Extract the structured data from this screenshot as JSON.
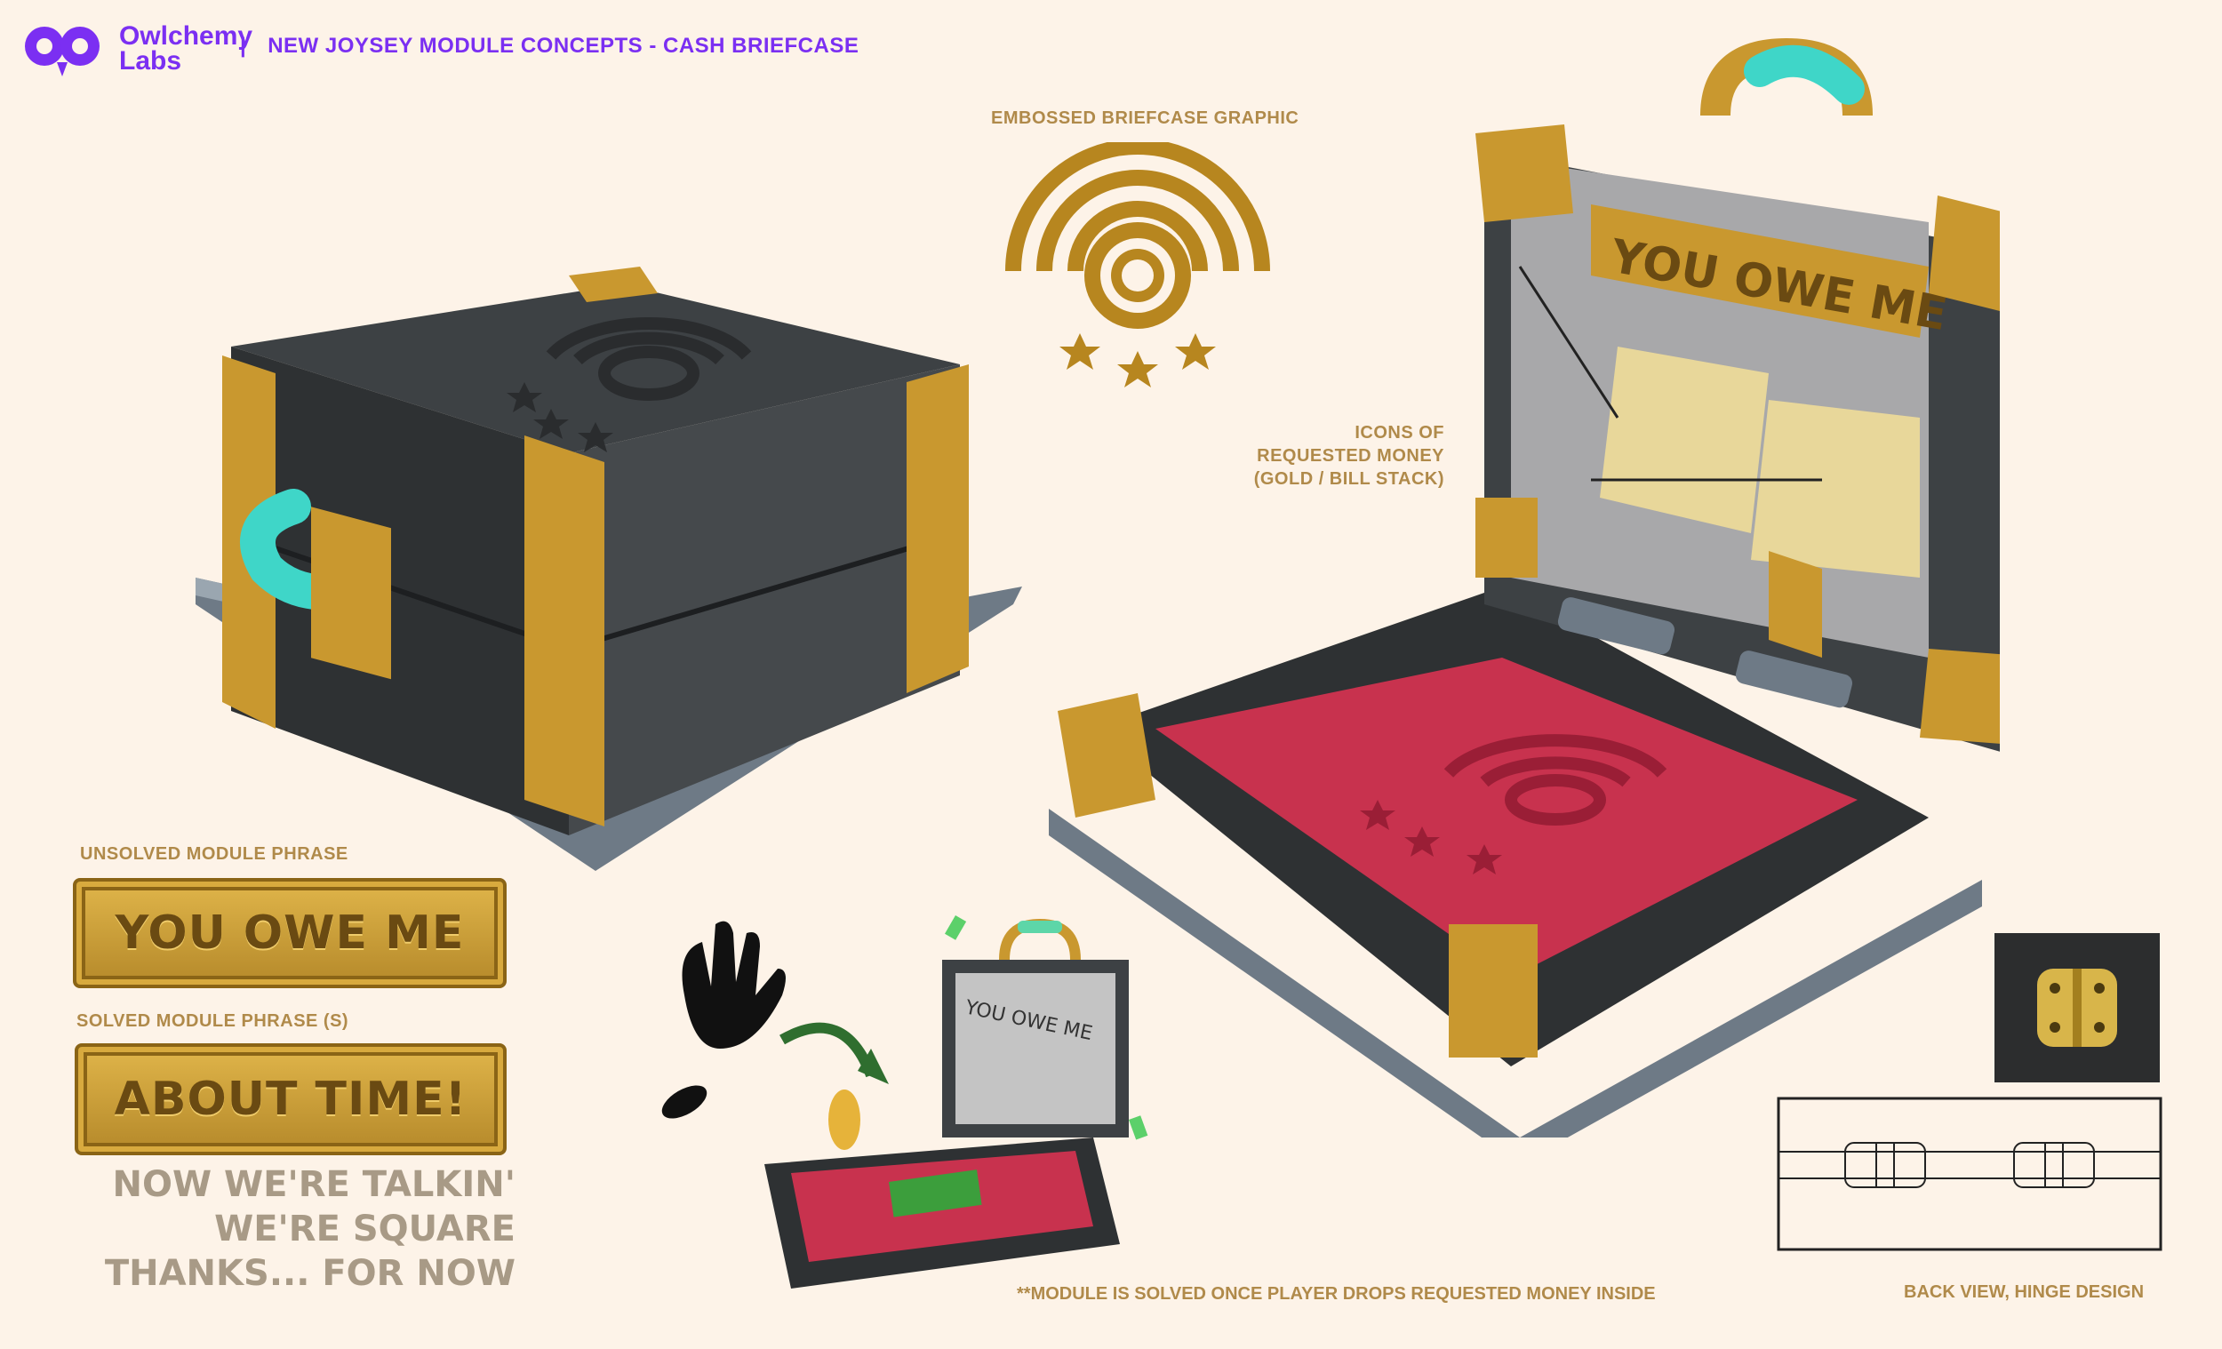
{
  "brand": {
    "line1": "Owlchemy",
    "line2": "Labs",
    "color": "#7b2ff2"
  },
  "header": {
    "separator": "|",
    "title": "NEW JOYSEY MODULE CONCEPTS - CASH BRIEFCASE"
  },
  "emblem": {
    "label": "EMBOSSED BRIEFCASE GRAPHIC"
  },
  "callout": {
    "line1": "ICONS OF",
    "line2": "REQUESTED MONEY",
    "line3": "(GOLD / BILL STACK)"
  },
  "unsolved": {
    "label": "UNSOLVED MODULE PHRASE",
    "phrase": "YOU OWE ME"
  },
  "solved": {
    "label": "SOLVED MODULE PHRASE (S)",
    "phrase": "ABOUT TIME!",
    "alternates": [
      "NOW WE'RE TALKIN'",
      "WE'RE SQUARE",
      "THANKS... FOR NOW"
    ]
  },
  "lid_plaque": {
    "text": "YOU OWE ME"
  },
  "sketch_lid": {
    "text": "YOU OWE ME"
  },
  "footnote": "**MODULE IS SOLVED ONCE PLAYER DROPS REQUESTED MONEY INSIDE",
  "back_view": {
    "label": "BACK VIEW, HINGE DESIGN"
  },
  "colors": {
    "gold": "#c9982f",
    "dark": "#3a3d3f",
    "teal": "#3fd6c8",
    "velvet": "#c8324e",
    "label": "#b08a4a"
  }
}
